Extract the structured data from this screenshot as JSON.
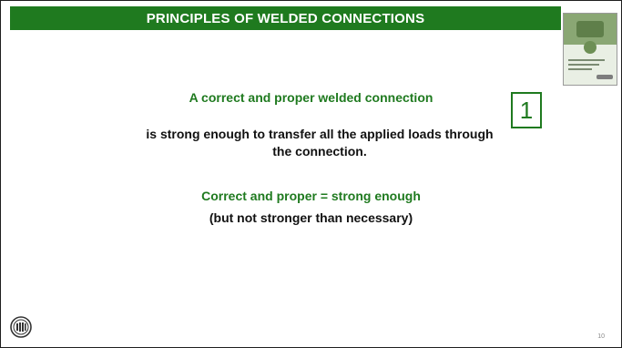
{
  "slide": {
    "header_title": "PRINCIPLES OF WELDED CONNECTIONS",
    "number_badge": "1",
    "heading": "A correct and proper welded connection",
    "statement": "is strong enough to transfer all the applied loads through the connection.",
    "subheading": "Correct and proper = strong enough",
    "note": "(but not stronger than necessary)",
    "page_number": "10"
  },
  "colors": {
    "accent_green": "#1f7a1f",
    "text_black": "#111111",
    "header_text": "#ffffff"
  },
  "icons": {
    "cover_thumbnail": "publication-cover-thumbnail",
    "logo": "aisc-seal-logo"
  }
}
